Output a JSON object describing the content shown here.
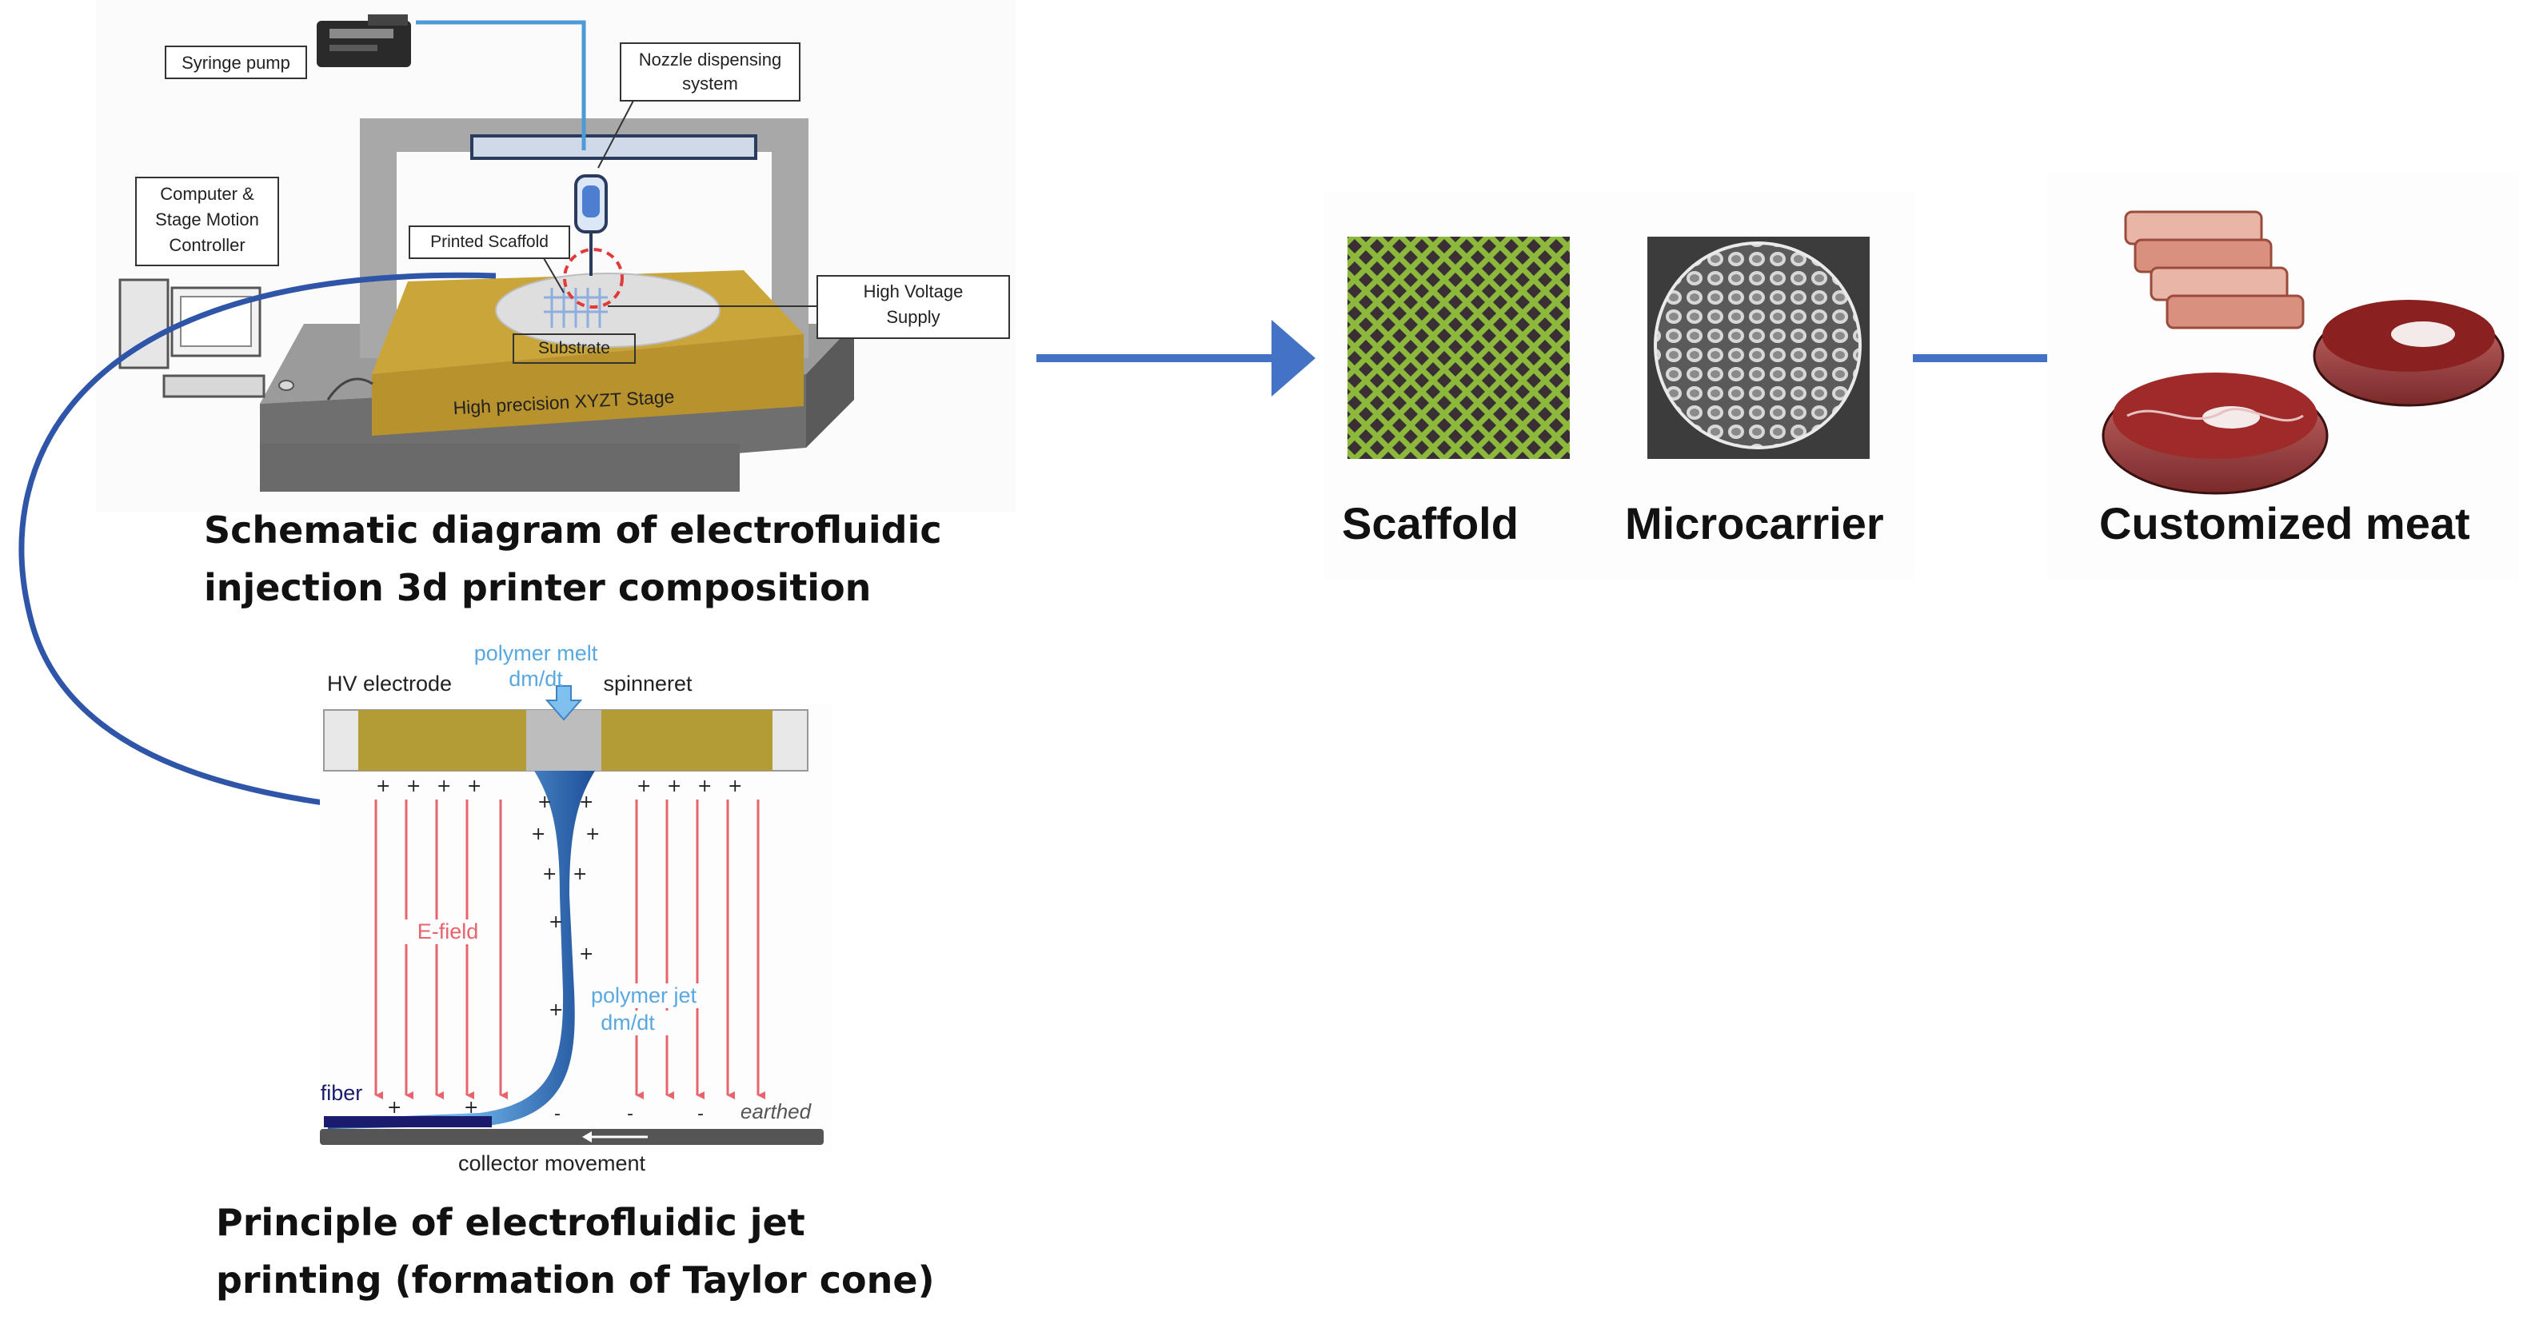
{
  "printer": {
    "syringe_pump": "Syringe pump",
    "nozzle_line1": "Nozzle dispensing",
    "nozzle_line2": "system",
    "computer_line1": "Computer &",
    "computer_line2": "Stage Motion",
    "computer_line3": "Controller",
    "printed_scaffold": "Printed Scaffold",
    "substrate": "Substrate",
    "hv_line1": "High Voltage",
    "hv_line2": "Supply",
    "stage": "High precision XYZT Stage",
    "caption_line1": "Schematic diagram of electrofluidic",
    "caption_line2": "injection 3d printer composition"
  },
  "jet": {
    "polymer_melt": "polymer melt",
    "dm_dt_top": "dm/dt",
    "hv_electrode": "HV electrode",
    "spinneret": "spinneret",
    "e_field": "E-field",
    "polymer_jet": "polymer jet",
    "dm_dt_jet": "dm/dt",
    "fiber": "fiber",
    "earthed": "earthed",
    "collector_movement": "collector movement",
    "caption_line1": "Principle of electrofluidic jet",
    "caption_line2": "printing (formation of Taylor cone)"
  },
  "products": {
    "scaffold": "Scaffold",
    "microcarrier": "Microcarrier",
    "customized_meat": "Customized meat"
  },
  "colors": {
    "arrow_blue": "#4472c4",
    "efield_red": "#e8636b",
    "electrode_olive": "#b39c36",
    "jet_blue": "#5aa8e0",
    "scaffold_green": "#8cb83c"
  }
}
